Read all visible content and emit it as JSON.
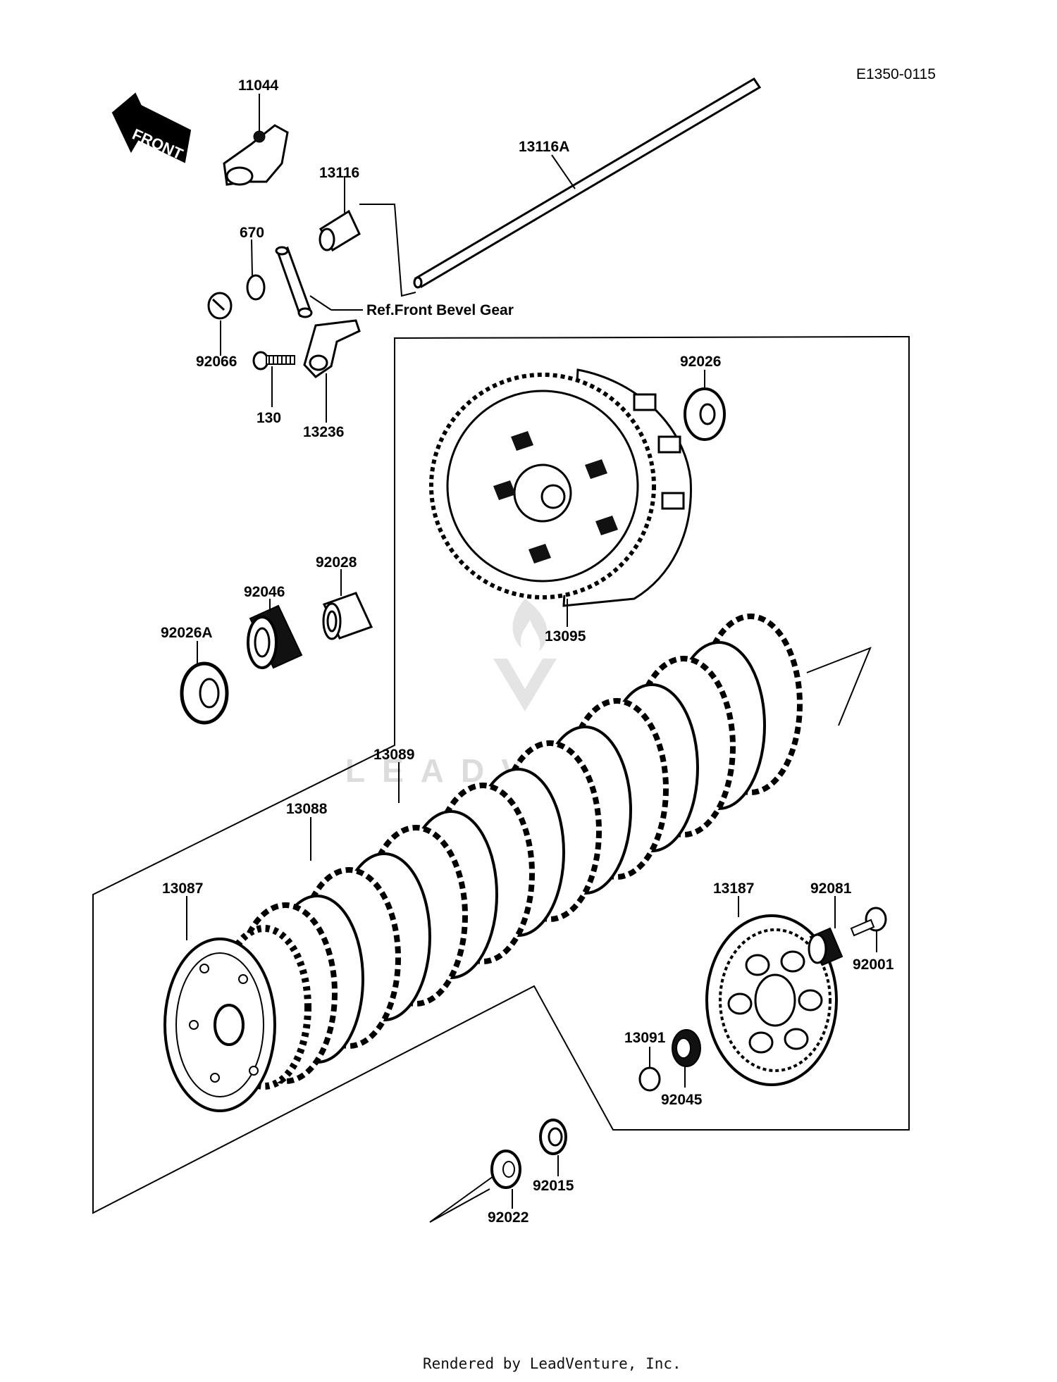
{
  "diagram_code": "E1350-0115",
  "footer": "Rendered by LeadVenture, Inc.",
  "watermark": "LEADVENTURE",
  "front_arrow": "FRONT",
  "reference_note": "Ref.Front Bevel Gear",
  "colors": {
    "ink": "#000000",
    "paper": "#ffffff",
    "watermark": "#dcdcdc"
  },
  "labels": {
    "p11044": "11044",
    "p13116A": "13116A",
    "p13116": "13116",
    "p670": "670",
    "p92066": "92066",
    "p130": "130",
    "p13236": "13236",
    "p92026": "92026",
    "p13095": "13095",
    "p92028": "92028",
    "p92046": "92046",
    "p92026A": "92026A",
    "p13089": "13089",
    "p13088": "13088",
    "p13087": "13087",
    "p13187": "13187",
    "p92081": "92081",
    "p92001": "92001",
    "p13091": "13091",
    "p92045": "92045",
    "p92015": "92015",
    "p92022": "92022"
  }
}
